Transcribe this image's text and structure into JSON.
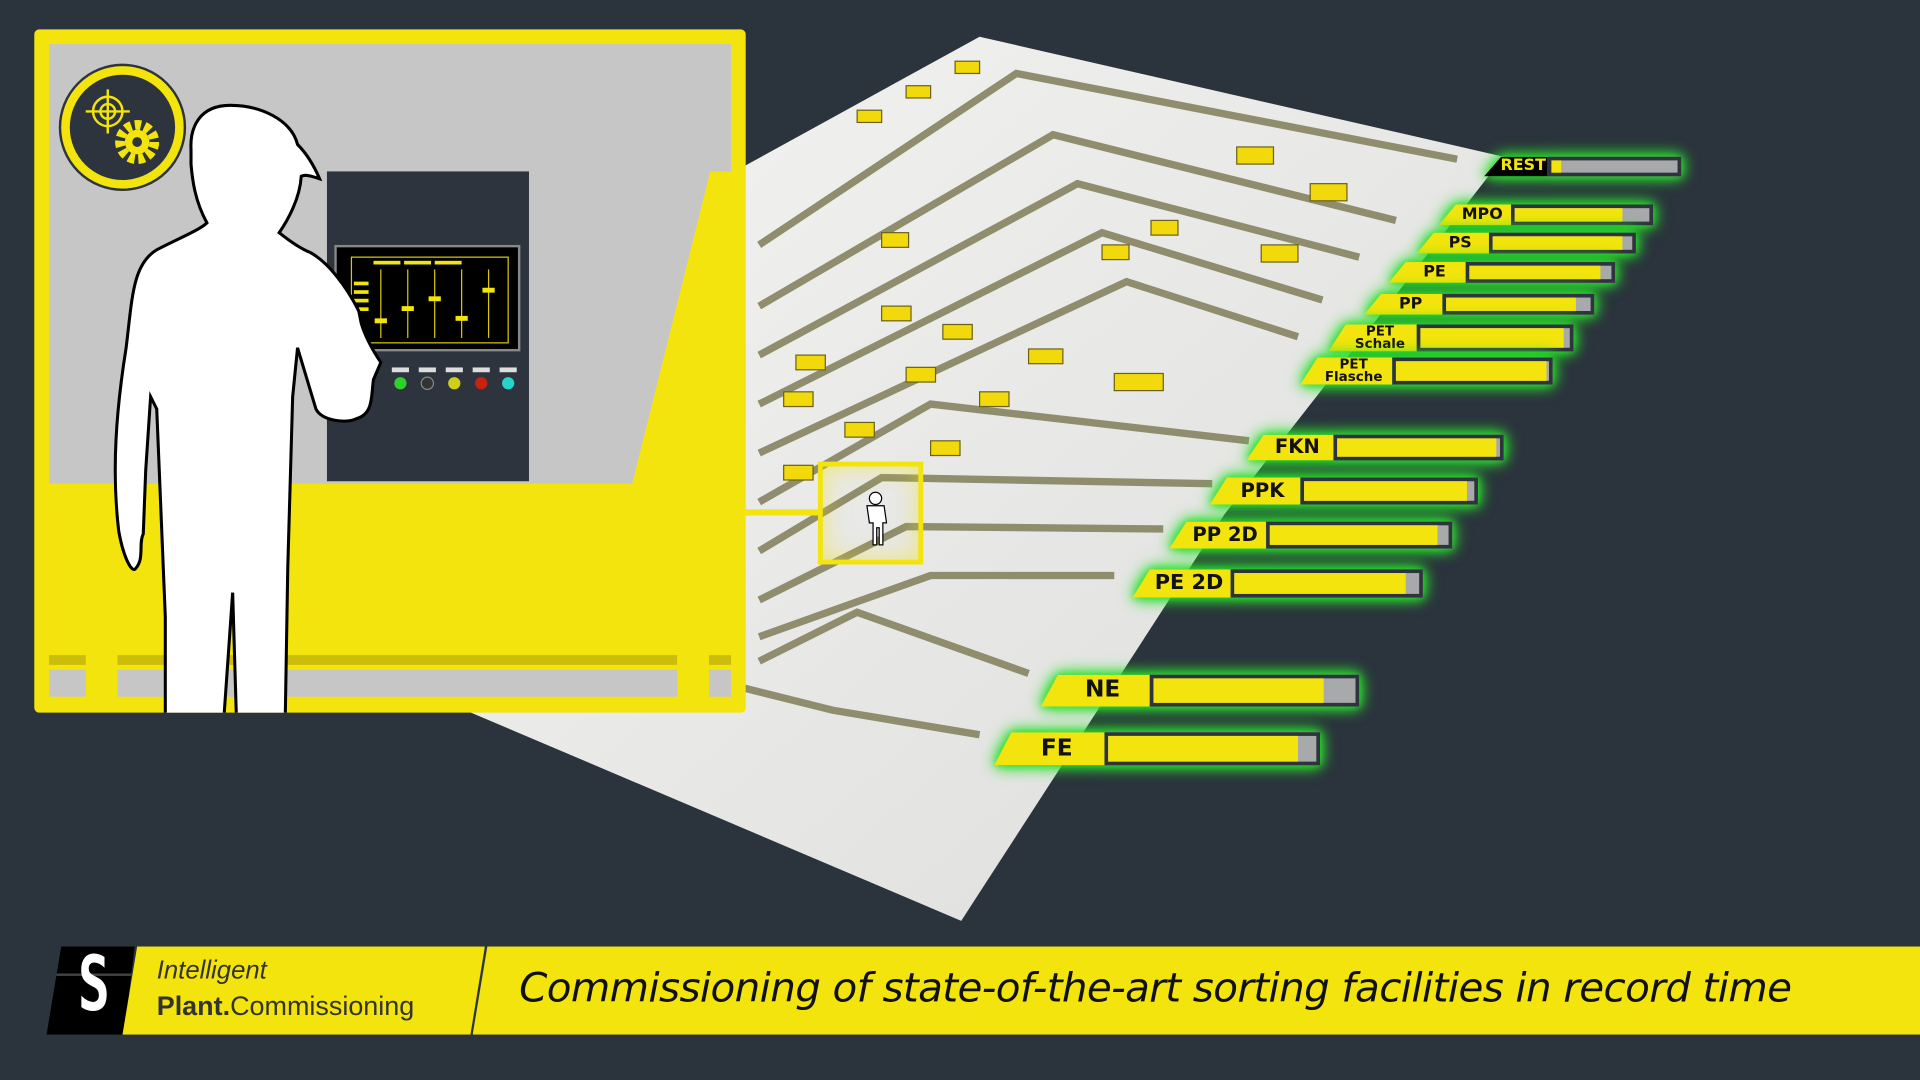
{
  "banner": {
    "brand_line1": "Intelligent",
    "brand_bold": "Plant.",
    "brand_rest": "Commissioning",
    "title": "Commissioning of state-of-the-art sorting facilities in record time",
    "logo_letter": "S"
  },
  "colors": {
    "accent": "#f2e40c",
    "background": "#2b333d",
    "glow": "#27e02a",
    "bar_empty": "#a7a9ab"
  },
  "bins": [
    {
      "label": "REST",
      "fill_percent": 8
    },
    {
      "label": "MPO",
      "fill_percent": 80
    },
    {
      "label": "PS",
      "fill_percent": 93
    },
    {
      "label": "PE",
      "fill_percent": 92
    },
    {
      "label": "PP",
      "fill_percent": 90
    },
    {
      "label": "PET Schale",
      "fill_percent": 96
    },
    {
      "label": "PET Flasche",
      "fill_percent": 98
    },
    {
      "label": "FKN",
      "fill_percent": 98
    },
    {
      "label": "PPK",
      "fill_percent": 96
    },
    {
      "label": "PP 2D",
      "fill_percent": 94
    },
    {
      "label": "PE 2D",
      "fill_percent": 93
    },
    {
      "label": "NE",
      "fill_percent": 84
    },
    {
      "label": "FE",
      "fill_percent": 91
    }
  ],
  "icons": {
    "panel_logo": "target-gear-icon",
    "operator": "worker-silhouette-icon"
  }
}
